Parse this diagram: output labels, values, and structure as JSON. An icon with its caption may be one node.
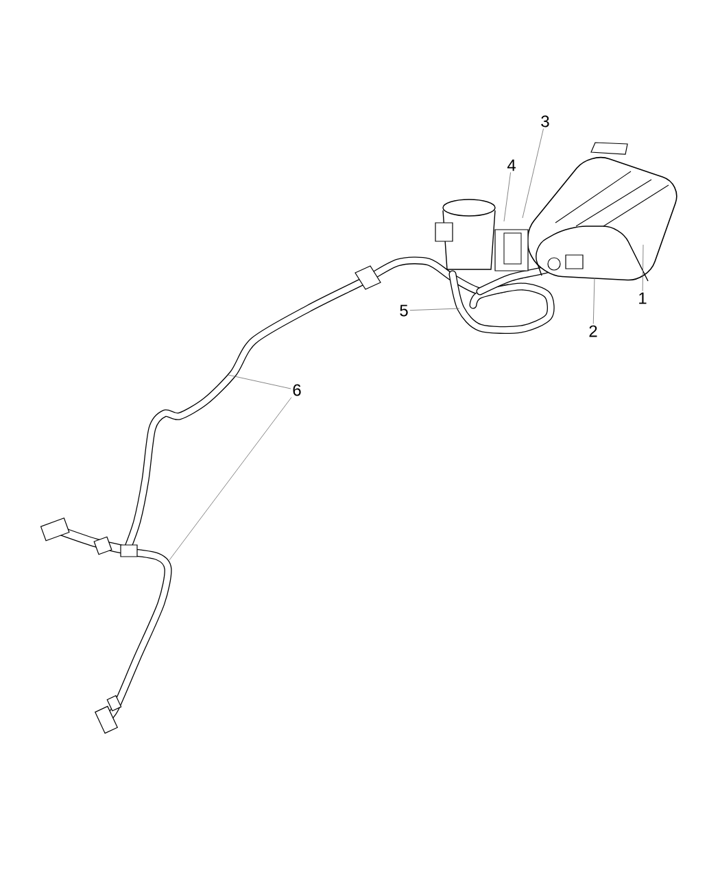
{
  "diagram": {
    "nodes": [
      {
        "text": [
          "1"
        ]
      },
      {
        "text": [
          "2"
        ]
      },
      {
        "text": [
          "3"
        ]
      },
      {
        "text": [
          "4"
        ]
      },
      {
        "text": [
          "5"
        ]
      },
      {
        "text": [
          "6"
        ]
      }
    ],
    "edges": [
      {
        "from": 0,
        "to": null,
        "arrow": "none"
      },
      {
        "from": 1,
        "to": null,
        "arrow": "none"
      },
      {
        "from": 2,
        "to": null,
        "arrow": "none"
      },
      {
        "from": 3,
        "to": null,
        "arrow": "none"
      },
      {
        "from": 4,
        "to": null,
        "arrow": "none"
      },
      {
        "from": 5,
        "to": null,
        "arrow": "none"
      },
      {
        "from": 5,
        "to": null,
        "arrow": "none"
      }
    ]
  }
}
